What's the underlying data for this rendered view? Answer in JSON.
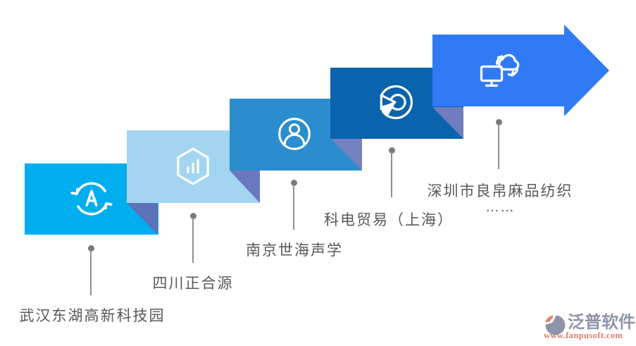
{
  "diagram": {
    "description": "ascending-steps-growth-diagram",
    "steps": [
      {
        "label": "武汉东湖高新科技园",
        "icon": "refresh-a-icon",
        "block_color": "#00AEEF",
        "shadow_color": "#5C72B9"
      },
      {
        "label": "四川正合源",
        "icon": "hexagon-bar-chart-icon",
        "block_color": "#A3D5F0",
        "shadow_color": "#6A79BE"
      },
      {
        "label": "南京世海声学",
        "icon": "user-circle-icon",
        "block_color": "#2B8DCE",
        "shadow_color": "#7482C2"
      },
      {
        "label": "科电贸易（上海）",
        "icon": "pie-play-icon",
        "block_color": "#0A63AD",
        "shadow_color": "#6F7DBF"
      },
      {
        "label": "深圳市良帛麻品纺织",
        "sublabel": "……",
        "icon": "cloud-computer-sync-icon",
        "block_color": "#307BF5"
      }
    ],
    "connector": {
      "line_color": "#8F8F8F",
      "dot_color": "#7B7B7B"
    },
    "label_color": "#595757"
  },
  "watermark": {
    "brand": "泛普软件",
    "url": "www.fanpusoft.com",
    "brand_color": "#8E95AA",
    "url_color": "#DD8166",
    "accent_color": "#DE8A70"
  }
}
